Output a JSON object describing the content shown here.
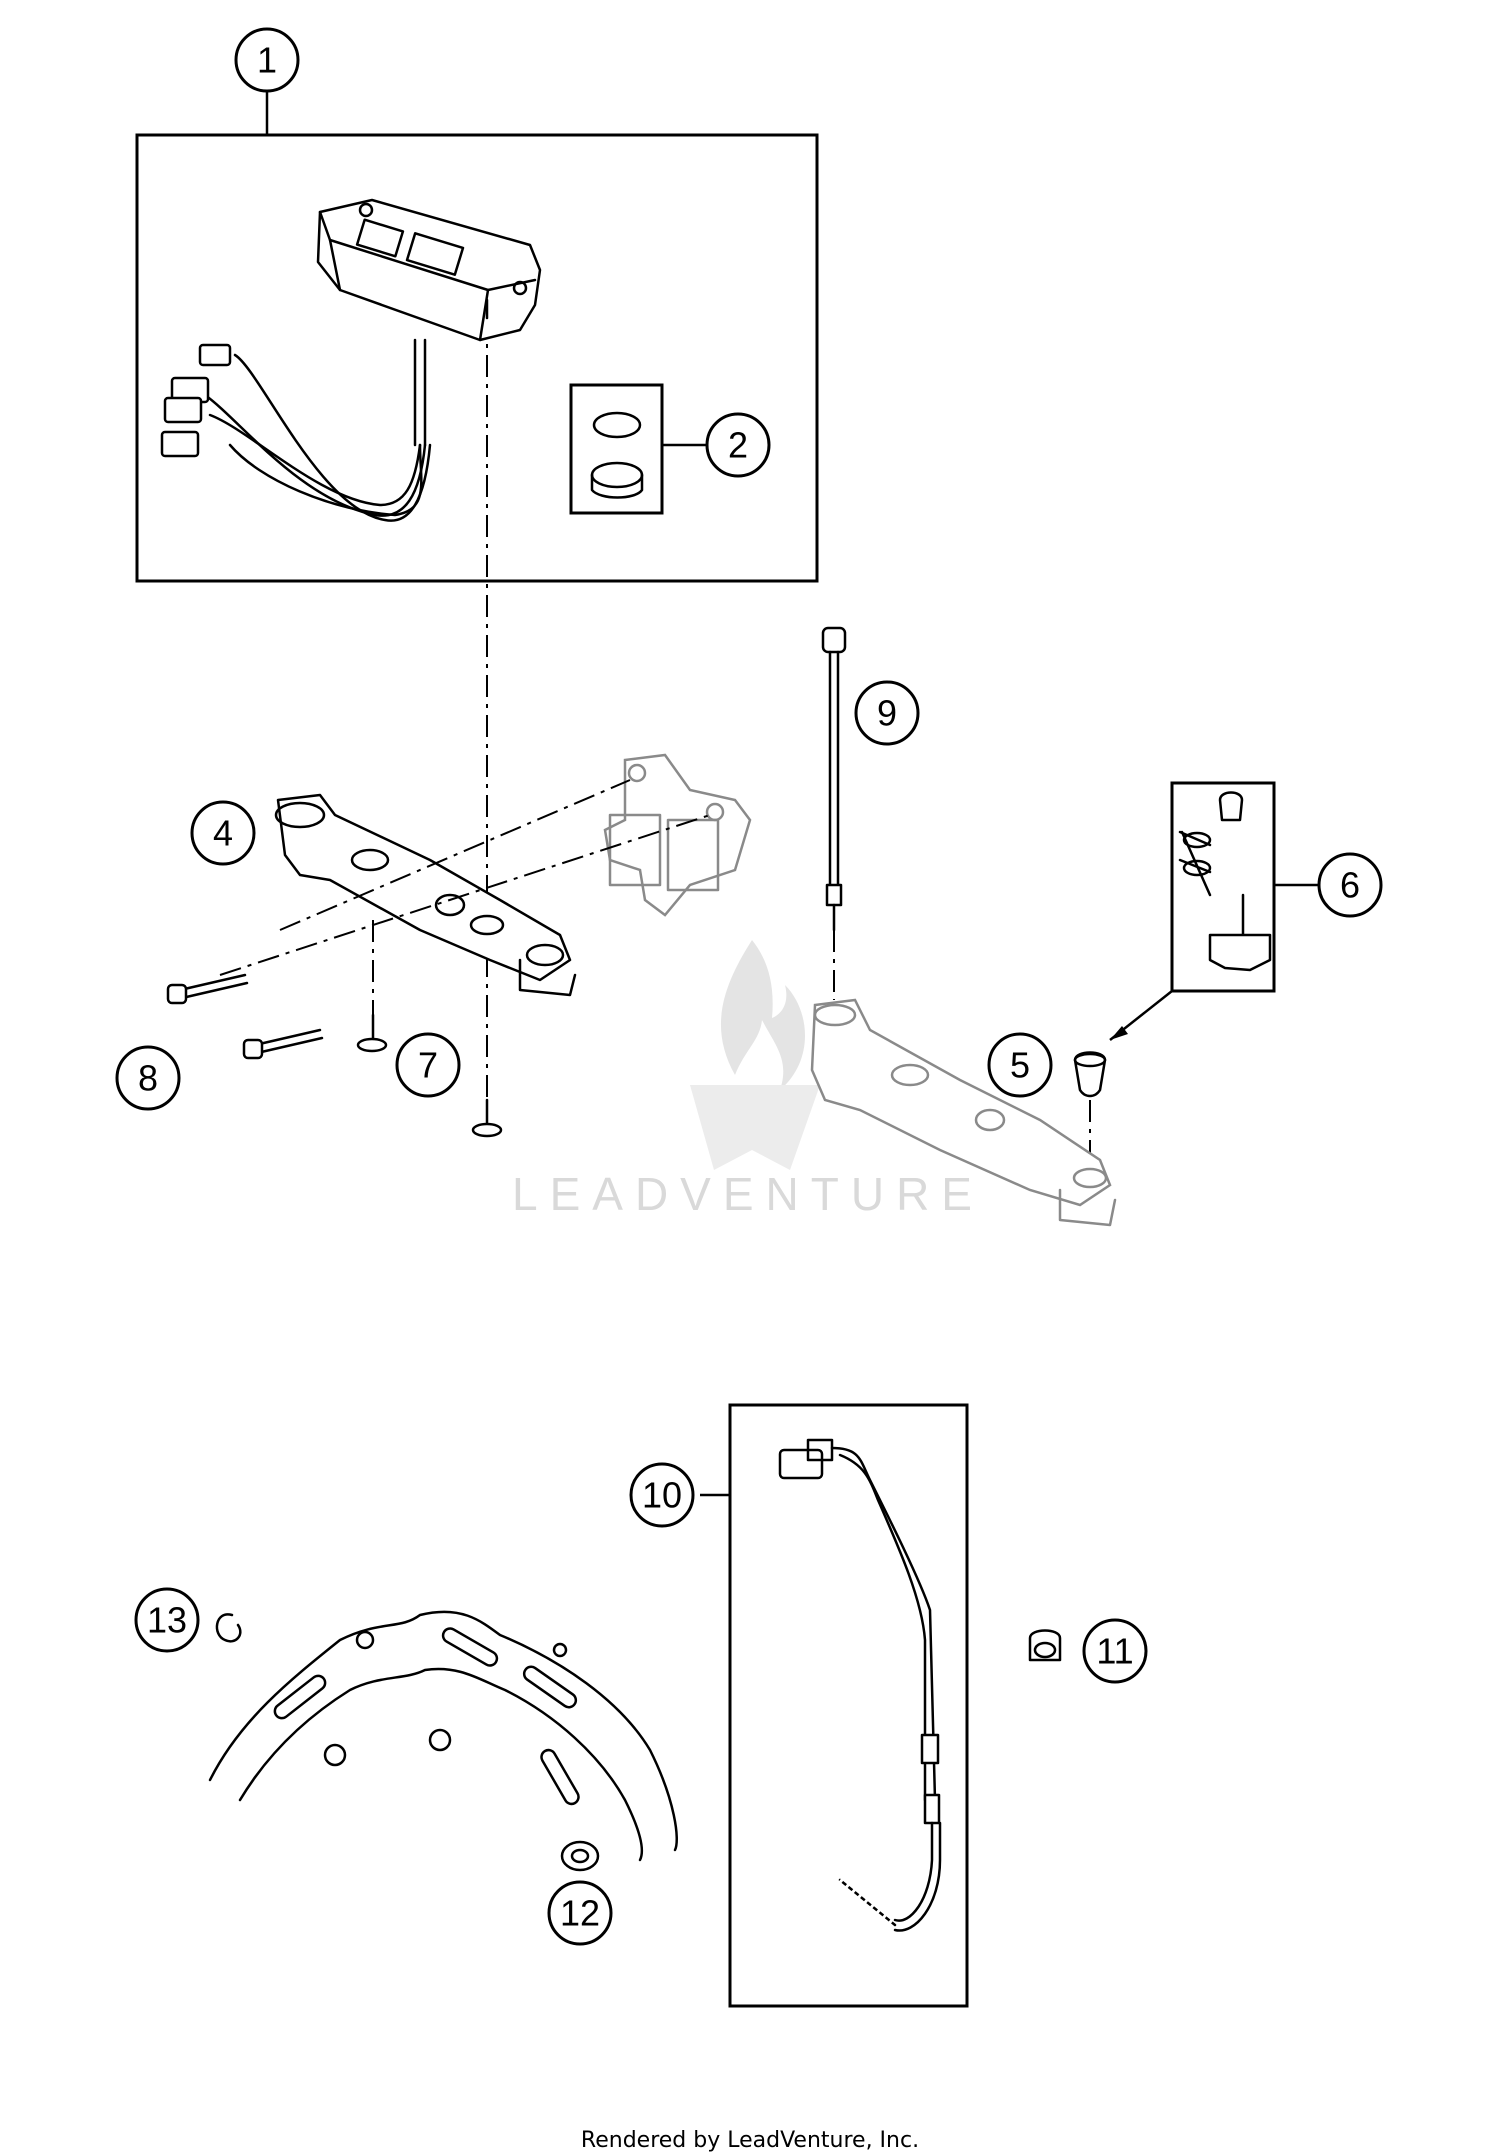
{
  "callouts": [
    {
      "label": "1"
    },
    {
      "label": "2"
    },
    {
      "label": "4"
    },
    {
      "label": "5"
    },
    {
      "label": "6"
    },
    {
      "label": "7"
    },
    {
      "label": "8"
    },
    {
      "label": "9"
    },
    {
      "label": "10"
    },
    {
      "label": "11"
    },
    {
      "label": "12"
    },
    {
      "label": "13"
    }
  ],
  "watermark": {
    "brand": "LEADVENTURE"
  },
  "footer": {
    "text": "Rendered by LeadVenture, Inc."
  }
}
